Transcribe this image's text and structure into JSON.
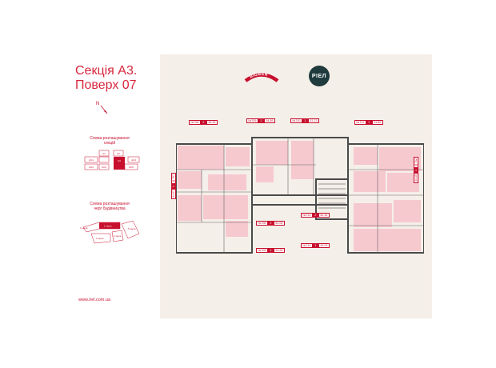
{
  "title_line1": "Секція А3.",
  "title_line2": "Поверх 07",
  "north_label": "N",
  "caption_sections": "Схема розташування\nсекцій",
  "caption_queues": "Схема розташування\nчерг будівництва",
  "sections_labels": [
    "A1",
    "A2",
    "A3",
    "AC1",
    "AC2",
    "AC3",
    "AC4",
    "AC5"
  ],
  "queue_labels": [
    "1 черга",
    "2 черга",
    "3 черга",
    "4 черга",
    "5 черга"
  ],
  "url": "www.riel.com.ua",
  "brand_bigben": "BIGBEN",
  "brand_riel": "РІЕЛ",
  "apartments": [
    {
      "id": "apt-708",
      "num": "№708",
      "rooms": "2",
      "area": "44.39"
    },
    {
      "id": "apt-709",
      "num": "№709",
      "rooms": "2",
      "area": "54.89"
    },
    {
      "id": "apt-710",
      "num": "№710",
      "rooms": "1",
      "area": "37.27"
    },
    {
      "id": "apt-711",
      "num": "№711",
      "rooms": "1",
      "area": "31.82"
    },
    {
      "id": "apt-712",
      "num": "№712",
      "rooms": "1",
      "area": "44.15"
    },
    {
      "id": "apt-707",
      "num": "№707",
      "rooms": "1",
      "area": "44.07"
    },
    {
      "id": "apt-706",
      "num": "№706",
      "rooms": "2",
      "area": "52.05"
    },
    {
      "id": "apt-713",
      "num": "№713",
      "rooms": "2",
      "area": "52.33"
    },
    {
      "id": "apt-705",
      "num": "№705",
      "rooms": "1",
      "area": "33.28"
    },
    {
      "id": "apt-714",
      "num": "№714",
      "rooms": "1",
      "area": "43.03"
    }
  ],
  "colors": {
    "accent": "#c8102e",
    "plan_fill": "#f6c9cf",
    "wall": "#4a4a4a",
    "panel": "#f5efe9",
    "riel_bg": "#1f3b3d"
  }
}
